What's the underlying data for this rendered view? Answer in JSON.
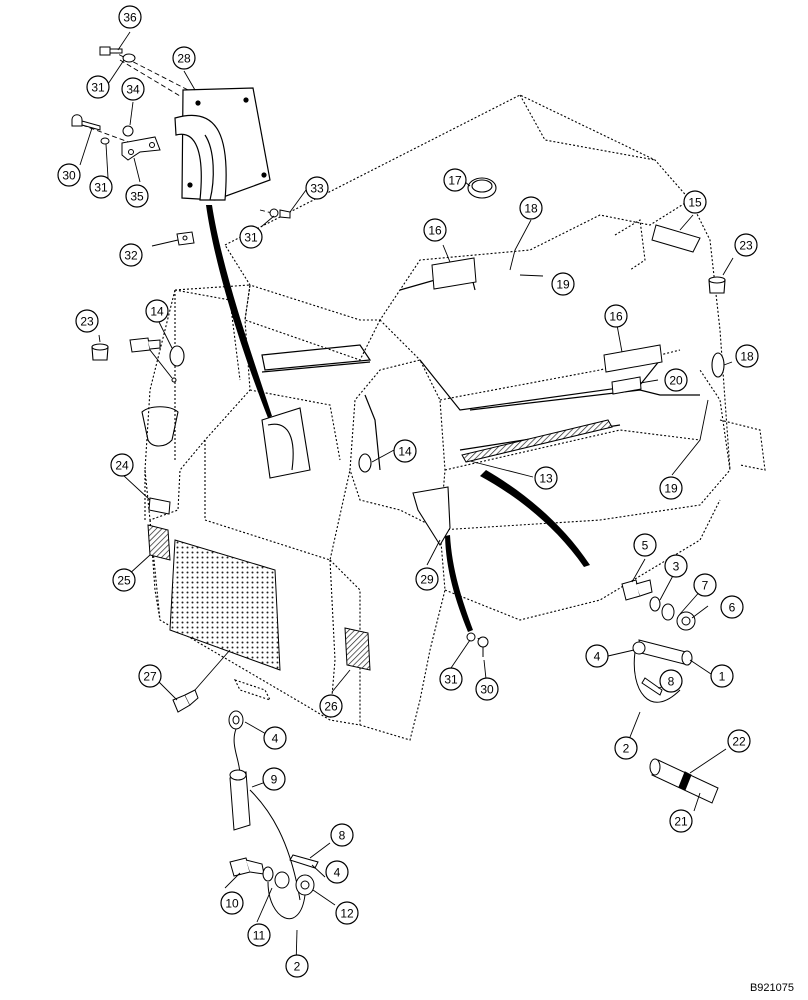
{
  "figure_id": "B921075",
  "colors": {
    "ink": "#000000",
    "paper": "#ffffff",
    "shade": "#9a9a9a"
  },
  "callouts": [
    {
      "id": "c36",
      "label": "36"
    },
    {
      "id": "c28",
      "label": "28"
    },
    {
      "id": "c31a",
      "label": "31"
    },
    {
      "id": "c34",
      "label": "34"
    },
    {
      "id": "c30a",
      "label": "30"
    },
    {
      "id": "c31b",
      "label": "31"
    },
    {
      "id": "c35",
      "label": "35"
    },
    {
      "id": "c33",
      "label": "33"
    },
    {
      "id": "c31c",
      "label": "31"
    },
    {
      "id": "c32",
      "label": "32"
    },
    {
      "id": "c17",
      "label": "17"
    },
    {
      "id": "c18a",
      "label": "18"
    },
    {
      "id": "c16a",
      "label": "16"
    },
    {
      "id": "c19a",
      "label": "19"
    },
    {
      "id": "c15",
      "label": "15"
    },
    {
      "id": "c23a",
      "label": "23"
    },
    {
      "id": "c23b",
      "label": "23"
    },
    {
      "id": "c14a",
      "label": "14"
    },
    {
      "id": "c16b",
      "label": "16"
    },
    {
      "id": "c18b",
      "label": "18"
    },
    {
      "id": "c20",
      "label": "20"
    },
    {
      "id": "c14b",
      "label": "14"
    },
    {
      "id": "c13",
      "label": "13"
    },
    {
      "id": "c19b",
      "label": "19"
    },
    {
      "id": "c24",
      "label": "24"
    },
    {
      "id": "c25",
      "label": "25"
    },
    {
      "id": "c5",
      "label": "5"
    },
    {
      "id": "c3",
      "label": "3"
    },
    {
      "id": "c7",
      "label": "7"
    },
    {
      "id": "c6",
      "label": "6"
    },
    {
      "id": "c29",
      "label": "29"
    },
    {
      "id": "c27",
      "label": "27"
    },
    {
      "id": "c4a",
      "label": "4"
    },
    {
      "id": "c1",
      "label": "1"
    },
    {
      "id": "c8a",
      "label": "8"
    },
    {
      "id": "c31d",
      "label": "31"
    },
    {
      "id": "c30b",
      "label": "30"
    },
    {
      "id": "c26",
      "label": "26"
    },
    {
      "id": "c4b",
      "label": "4"
    },
    {
      "id": "c2a",
      "label": "2"
    },
    {
      "id": "c22",
      "label": "22"
    },
    {
      "id": "c9",
      "label": "9"
    },
    {
      "id": "c21",
      "label": "21"
    },
    {
      "id": "c8b",
      "label": "8"
    },
    {
      "id": "c4c",
      "label": "4"
    },
    {
      "id": "c10",
      "label": "10"
    },
    {
      "id": "c12",
      "label": "12"
    },
    {
      "id": "c11",
      "label": "11"
    },
    {
      "id": "c2b",
      "label": "2"
    }
  ]
}
